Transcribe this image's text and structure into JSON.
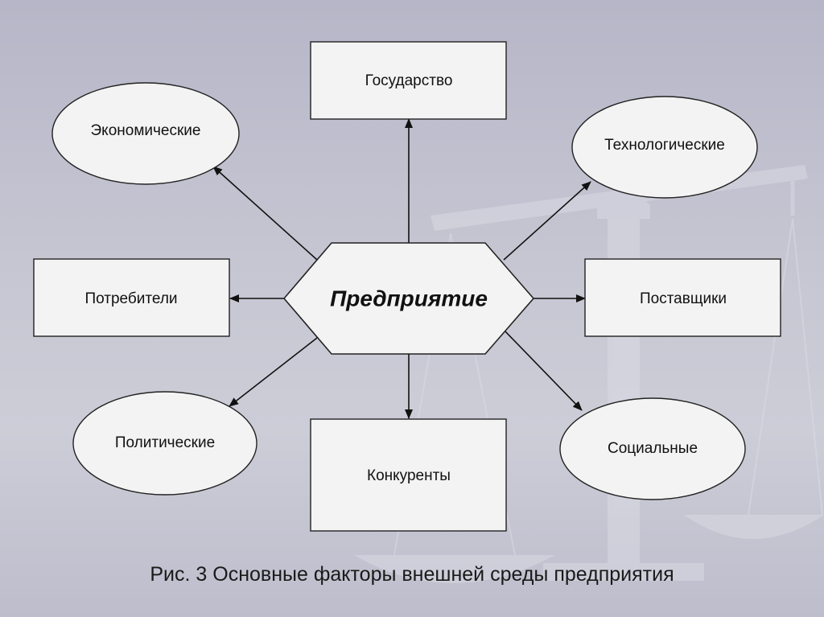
{
  "diagram": {
    "center": {
      "label": "Предприятие"
    },
    "nodes": {
      "gosudarstvo": "Государство",
      "ekonomicheskie": "Экономические",
      "tekhnologicheskie": "Технологические",
      "potrebiteli": "Потребители",
      "postavshchiki": "Поставщики",
      "politicheskie": "Политические",
      "konkurenty": "Конкуренты",
      "socialnye": "Социальные"
    }
  },
  "caption": "Рис. 3 Основные факторы внешней среды предприятия",
  "colors": {
    "background": "#c4c4d2",
    "node_fill": "#f3f3f3",
    "stroke": "#222222",
    "watermark": "#d6d6e2"
  }
}
